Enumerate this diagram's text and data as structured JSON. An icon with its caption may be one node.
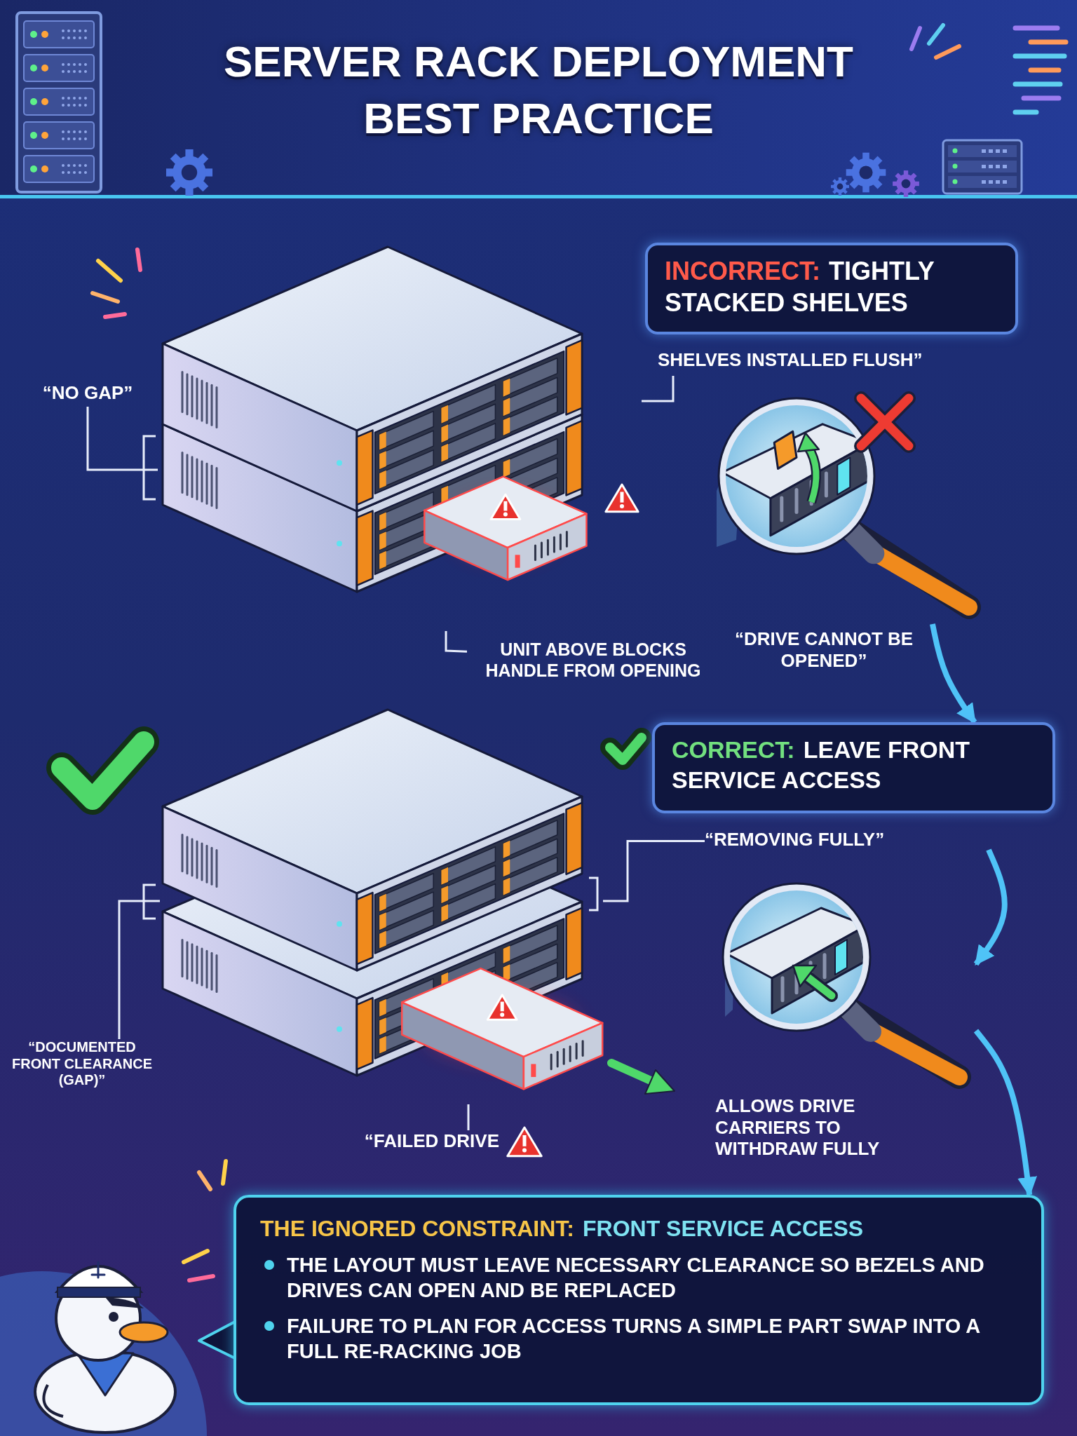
{
  "diagram": {
    "title": "SERVER RACK DEPLOYMENT BEST PRACTICE",
    "nodes": [
      {
        "text": [
          "INCORRECT:",
          "TIGHTLY STACKED SHELVES"
        ]
      },
      {
        "text": [
          "“NO GAP”"
        ]
      },
      {
        "text": [],
        "shape": "picture"
      },
      {
        "text": [
          "SHELVES INSTALLED FLUSH”"
        ]
      },
      {
        "text": [],
        "shape": "picture",
        "beside": [
          "“DRIVE CANNOT BE OPENED”"
        ]
      },
      {
        "text": [
          "UNIT ABOVE BLOCKS HANDLE FROM OPENING"
        ]
      },
      {
        "text": [
          "CORRECT:",
          "LEAVE FRONT SERVICE ACCESS"
        ]
      },
      {
        "text": [
          "“REMOVING FULLY”"
        ]
      },
      {
        "text": [],
        "shape": "picture"
      },
      {
        "text": [],
        "shape": "picture",
        "beside": [
          "ALLOWS DRIVE CARRIERS TO WITHDRAW FULLY"
        ]
      },
      {
        "text": [
          "“DOCUMENTED FRONT CLEARANCE (GAP)”"
        ]
      },
      {
        "text": [
          "“FAILED DRIVE"
        ]
      },
      {
        "text": [
          "THE IGNORED CONSTRAINT:",
          "FRONT SERVICE ACCESS",
          "THE LAYOUT MUST LEAVE NECESSARY CLEARANCE SO BEZELS AND DRIVES CAN OPEN AND BE REPLACED",
          "FAILURE TO PLAN FOR ACCESS TURNS A SIMPLE PART SWAP INTO A FULL RE-RACKING JOB"
        ]
      }
    ],
    "edges": [
      {
        "from": 1,
        "to": 2,
        "arrow": "none"
      },
      {
        "from": 3,
        "to": 2,
        "arrow": "none"
      },
      {
        "from": 5,
        "to": 2,
        "arrow": "none"
      },
      {
        "from": 7,
        "to": 8,
        "arrow": "none"
      },
      {
        "from": 10,
        "to": 8,
        "arrow": "none"
      },
      {
        "from": 11,
        "to": 8,
        "arrow": "none"
      },
      {
        "from": 4,
        "to": 6,
        "arrow": "to",
        "style": "thick",
        "color": "#4fc3f7"
      },
      {
        "from": null,
        "to": 9,
        "arrow": "to",
        "style": "thick",
        "color": "#4fc3f7"
      },
      {
        "from": 9,
        "to": 12,
        "arrow": "to",
        "style": "thick",
        "color": "#4fc3f7"
      }
    ]
  }
}
